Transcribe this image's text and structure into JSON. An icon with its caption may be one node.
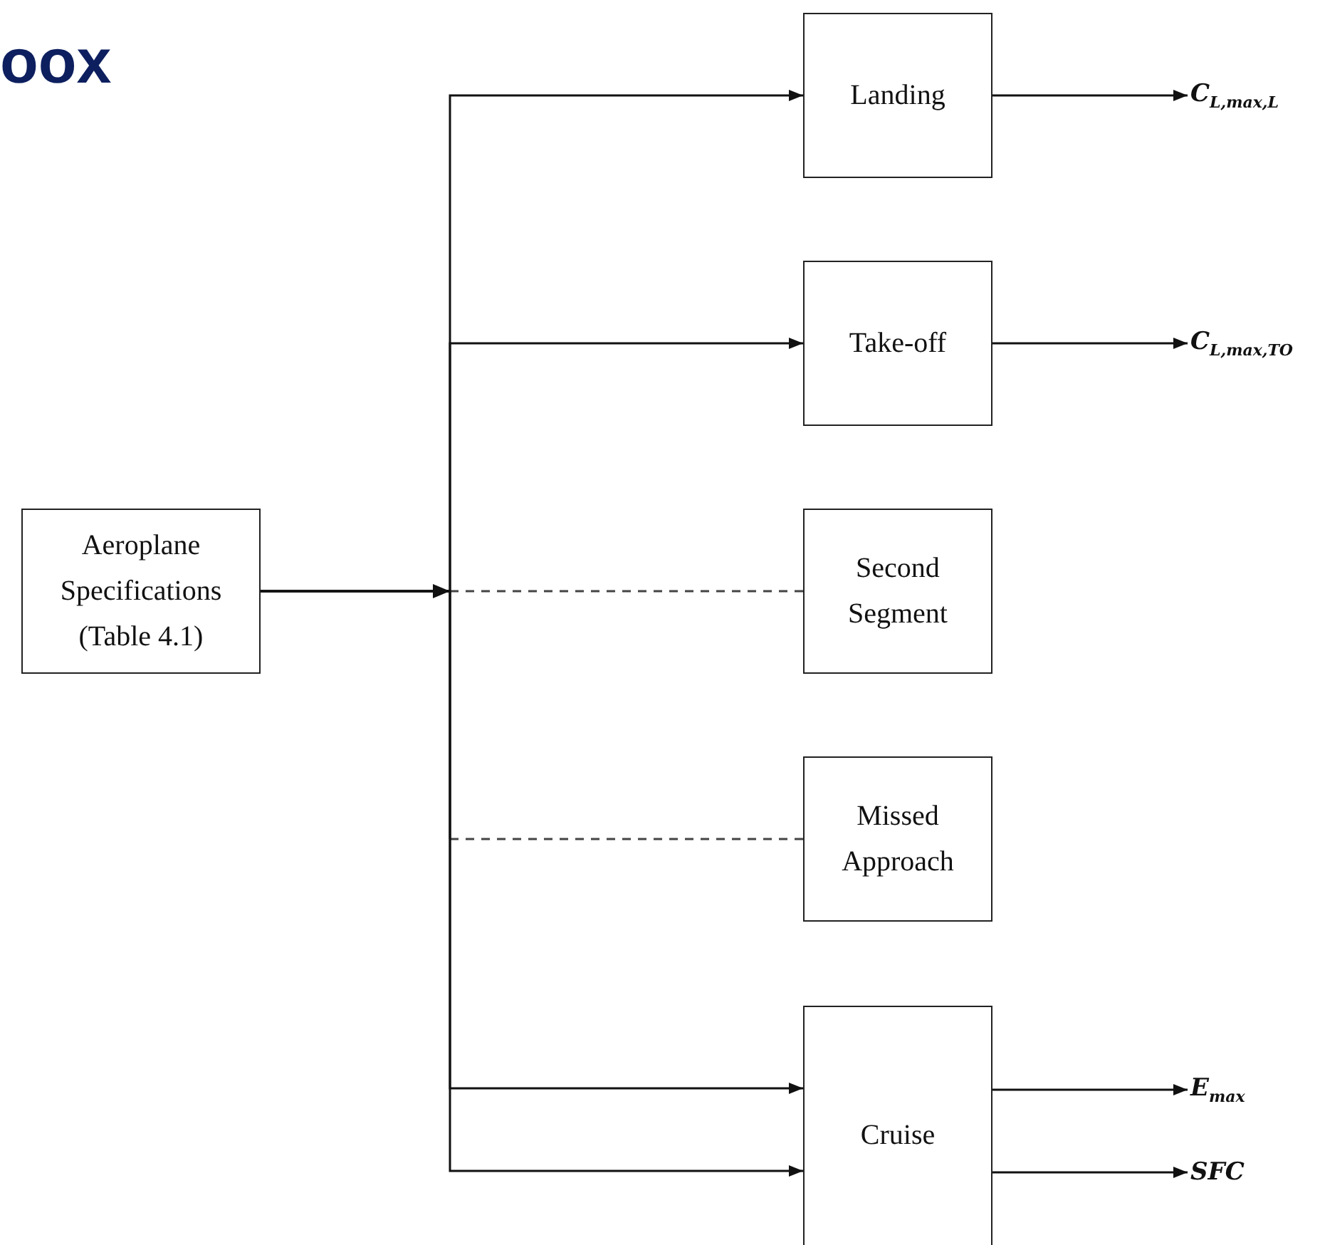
{
  "diagram": {
    "title": "oox",
    "nodes": [
      {
        "text": [
          "Aeroplane Specifications (Table 4.1)"
        ]
      },
      {
        "text": [
          "Landing"
        ]
      },
      {
        "text": [
          "Take-off"
        ]
      },
      {
        "text": [
          "Second Segment"
        ]
      },
      {
        "text": [
          "Missed Approach"
        ]
      },
      {
        "text": [
          "Cruise"
        ]
      },
      {
        "text": [
          "C$_{L,max,L}$"
        ]
      },
      {
        "text": [
          "C$_{L,max,TO}$"
        ]
      },
      {
        "text": [
          "E$_{max}$"
        ]
      },
      {
        "text": [
          "SFC"
        ]
      }
    ],
    "edges": [
      {
        "from": 0,
        "to": 1,
        "arrow": "to"
      },
      {
        "from": 0,
        "to": 2,
        "arrow": "to"
      },
      {
        "from": 0,
        "to": 3,
        "arrow": "to",
        "style": "dashed"
      },
      {
        "from": 0,
        "to": 4,
        "arrow": "to",
        "style": "dashed"
      },
      {
        "from": 0,
        "to": 5,
        "arrow": "to"
      },
      {
        "from": 0,
        "to": 5,
        "arrow": "to"
      },
      {
        "from": 1,
        "to": 6,
        "arrow": "to"
      },
      {
        "from": 2,
        "to": 7,
        "arrow": "to"
      },
      {
        "from": 5,
        "to": 8,
        "arrow": "to"
      },
      {
        "from": 5,
        "to": 9,
        "arrow": "to"
      }
    ]
  }
}
